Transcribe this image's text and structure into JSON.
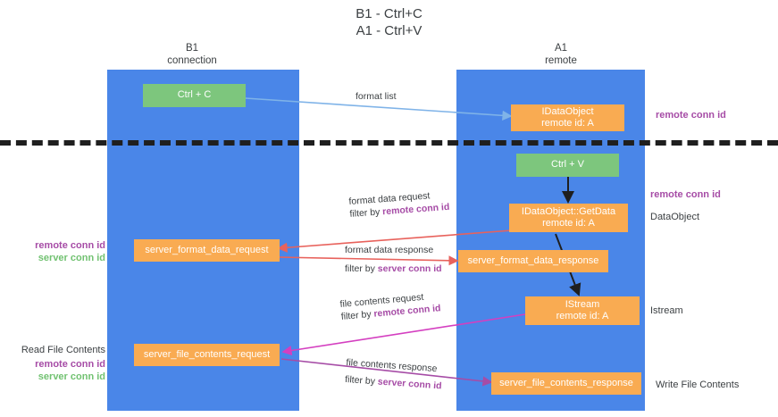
{
  "title": {
    "line1": "B1 - Ctrl+C",
    "line2": "A1 - Ctrl+V"
  },
  "lanes": [
    {
      "name": "B1",
      "sub": "connection"
    },
    {
      "name": "A1",
      "sub": "remote"
    }
  ],
  "nodes": {
    "ctrl_c": {
      "label": "Ctrl + C"
    },
    "ctrl_v": {
      "label": "Ctrl + V"
    },
    "idataobject": {
      "line1": "IDataObject",
      "line2": "remote id: A"
    },
    "getdata": {
      "line1": "IDataObject::GetData",
      "line2": "remote id: A"
    },
    "istream": {
      "line1": "IStream",
      "line2": "remote id: A"
    },
    "server_format_data_request": {
      "label": "server_format_data_request"
    },
    "server_format_data_response": {
      "label": "server_format_data_response"
    },
    "server_file_contents_request": {
      "label": "server_file_contents_request"
    },
    "server_file_contents_response": {
      "label": "server_file_contents_response"
    }
  },
  "edges": {
    "format_list": {
      "label": "format list"
    },
    "format_data_request": {
      "line1": "format data request",
      "filter_prefix": "filter by ",
      "filter_key": "remote conn id"
    },
    "format_data_response": {
      "line1": "format data response",
      "filter_prefix": "filter by ",
      "filter_key": "server conn id"
    },
    "file_contents_request": {
      "line1": "file contents request",
      "filter_prefix": "filter by ",
      "filter_key": "remote conn id"
    },
    "file_contents_response": {
      "line1": "file contents response",
      "filter_prefix": "filter by ",
      "filter_key": "server conn id"
    }
  },
  "annotations": {
    "right_top": "remote conn id",
    "right_getdata": "remote conn id",
    "right_dataobject": "DataObject",
    "right_istream": "Istream",
    "right_write": "Write File Contents",
    "left_mid": {
      "line1": "remote conn id",
      "line2": "server conn id"
    },
    "left_read": "Read File Contents",
    "left_bottom": {
      "line1": "remote conn id",
      "line2": "server conn id"
    }
  },
  "colors": {
    "lane": "#4a86e8",
    "green_node": "#7dc67d",
    "orange_node": "#f9ab52",
    "purple_text": "#a64ca6",
    "green_text": "#71c271",
    "arrow_blue": "#7fb3e8",
    "arrow_red": "#e8625c",
    "arrow_pink": "#d43fc0",
    "arrow_purple": "#a64ca6",
    "arrow_black": "#1f1f1f",
    "divider": "#1f1f1f"
  }
}
